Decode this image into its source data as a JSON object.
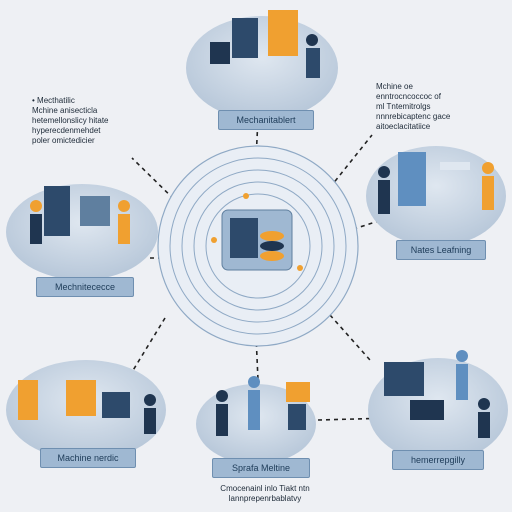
{
  "hub": {
    "name": "central-ai-hub"
  },
  "nodes": [
    {
      "id": "top",
      "label": "Mechanitablert"
    },
    {
      "id": "left",
      "label": "Mechnitececce"
    },
    {
      "id": "right",
      "label": "Nates Leafning"
    },
    {
      "id": "bottom-left",
      "label": "Machine nerdic"
    },
    {
      "id": "bottom-center",
      "label": "Sprafa Meltine"
    },
    {
      "id": "bottom-right",
      "label": "hemerrepgilly"
    }
  ],
  "notes": {
    "top_left": "• Mecthatilic\nMchine anisecticla\nhetemellonslicy hitate\nhyperecdenmehdet\npoler omictedicier",
    "top_right": "Mchine oe\nenntrocncoccoc of\nml Tntemitrolgs\nnnnrebicaptenc gace\naitoeclacitatiice",
    "bottom": "Cmocenainl inlo Tiakt ntn\nlannprepenrbablatvy"
  },
  "colors": {
    "background": "#eef0f4",
    "label_fill": "#9fb8d2",
    "accent_orange": "#f0a030",
    "navy": "#1f3550",
    "platform": "#c9d6e4"
  }
}
